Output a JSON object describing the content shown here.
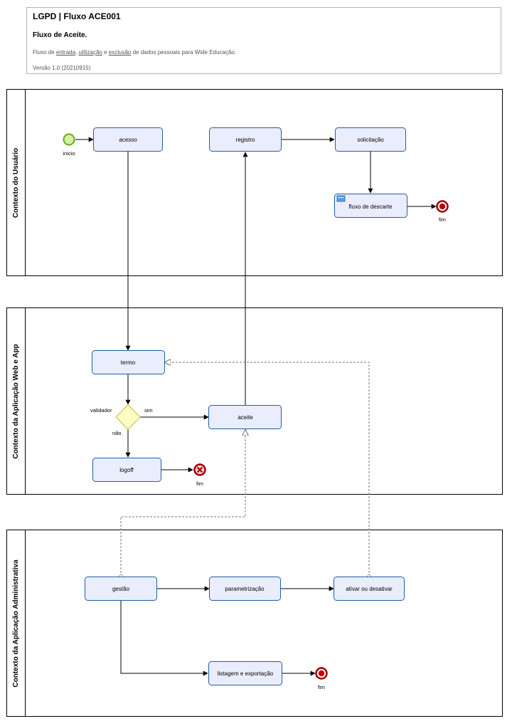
{
  "header": {
    "title": "LGPD | Fluxo ACE001",
    "subtitle": "Fluxo de Aceite.",
    "description": {
      "prefix": "Fluxo de ",
      "link1": "entrada",
      "sep1": ", ",
      "link2": "utilização",
      "sep2": " e ",
      "link3": "exclusão",
      "suffix": " de dados pessoais para Wide Educação."
    },
    "version": "Versão 1.0 (20210915)"
  },
  "lanes": {
    "user": "Contexto do Usuário",
    "app": "Contexto da Aplicação Web e App",
    "admin": "Contexto da Aplicação Administrativa"
  },
  "tasks": {
    "acesso": "acesso",
    "registro": "registro",
    "solicitacao": "solicitação",
    "fluxo_descarte": "fluxo de descarte",
    "termo": "termo",
    "aceite": "aceite",
    "logoff": "logoff",
    "gestao": "gestão",
    "parametrizacao": "parametrização",
    "ativar": "ativar ou desativar",
    "listagem": "listagem e exportação"
  },
  "events": {
    "inicio": "inicio",
    "fim1": "fim",
    "fim2": "fim",
    "fim3": "fim"
  },
  "gateway": {
    "label": "validador",
    "yes": "sim",
    "no": "não"
  },
  "colors": {
    "task_fill": "#eaedfb",
    "task_stroke": "#1d5fa6",
    "start_fill": "#d6f0a8",
    "start_stroke": "#6aab13",
    "end_stroke": "#a00000",
    "gateway_fill": "#ffffc4",
    "gateway_stroke": "#c8b53f",
    "error_fill": "#f8d0d0"
  }
}
